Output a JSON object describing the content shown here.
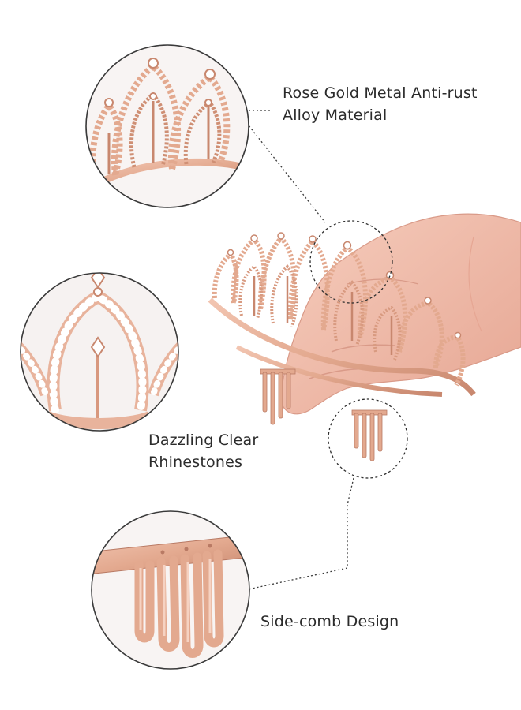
{
  "callouts": {
    "material": {
      "line1": "Rose Gold Metal Anti-rust",
      "line2": "Alloy Material"
    },
    "rhinestones": {
      "line1": "Dazzling Clear",
      "line2": "Rhinestones"
    },
    "comb": {
      "line1": "Side-comb Design"
    }
  },
  "colors": {
    "rose_gold": "#e3a98f",
    "rose_gold_dark": "#b97a64",
    "skin": "#f1bfae",
    "skin_shadow": "#d99a88",
    "circle_bg": "#f8f4f3",
    "outline": "#3a3a3a",
    "rhinestone": "#ffffff"
  },
  "icons": [
    "tiara",
    "hand",
    "side-comb",
    "rhinestone"
  ]
}
